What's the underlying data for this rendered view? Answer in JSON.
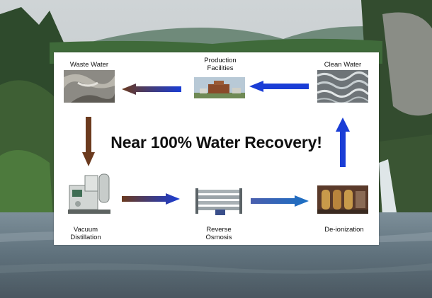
{
  "headline": "Near 100% Water Recovery!",
  "stages": {
    "waste_water": "Waste Water",
    "production_facilities": "Production\nFacilities",
    "clean_water": "Clean Water",
    "vacuum_distillation": "Vacuum\nDistillation",
    "reverse_osmosis": "Reverse\nOsmosis",
    "deionization": "De-ionization"
  },
  "colors": {
    "arrow_brown": "#6b3a1e",
    "arrow_blue": "#1a3dd6",
    "panel": "#ffffff"
  }
}
